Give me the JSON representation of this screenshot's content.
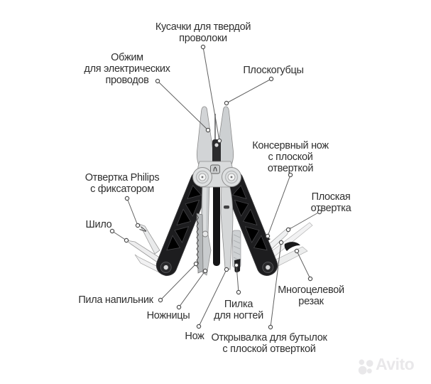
{
  "page": {
    "background": "#ffffff"
  },
  "diagram": {
    "subject": "multitool-annotated-photo",
    "labels": {
      "wire_cutters": "Кусачки для твердой\nпроволоки",
      "crimper": "Обжим\nдля электрических\nпроводов",
      "pliers": "Плоскогубцы",
      "can_opener_knife": "Консервный нож\nс плоской\nотверткой",
      "flat_screwdriver": "Плоская\nотвертка",
      "phillips_screwdriver": "Отвертка Philips\nс фиксатором",
      "awl": "Шило",
      "saw_file": "Пила напильник",
      "scissors": "Ножницы",
      "knife": "Нож",
      "nail_file": "Пилка\nдля ногтей",
      "multipurpose_cutter": "Многоцелевой\nрезак",
      "bottle_opener": "Открывалка для бутылок\nс плоской отверткой"
    },
    "colors": {
      "label_text": "#2f2f2f",
      "connector_line": "#606060",
      "handle_black": "#1d1d1f",
      "metal_gray": "#d5d7d8",
      "watermark_gray": "#e9e8ea"
    }
  },
  "watermark": {
    "text": "Avito"
  }
}
